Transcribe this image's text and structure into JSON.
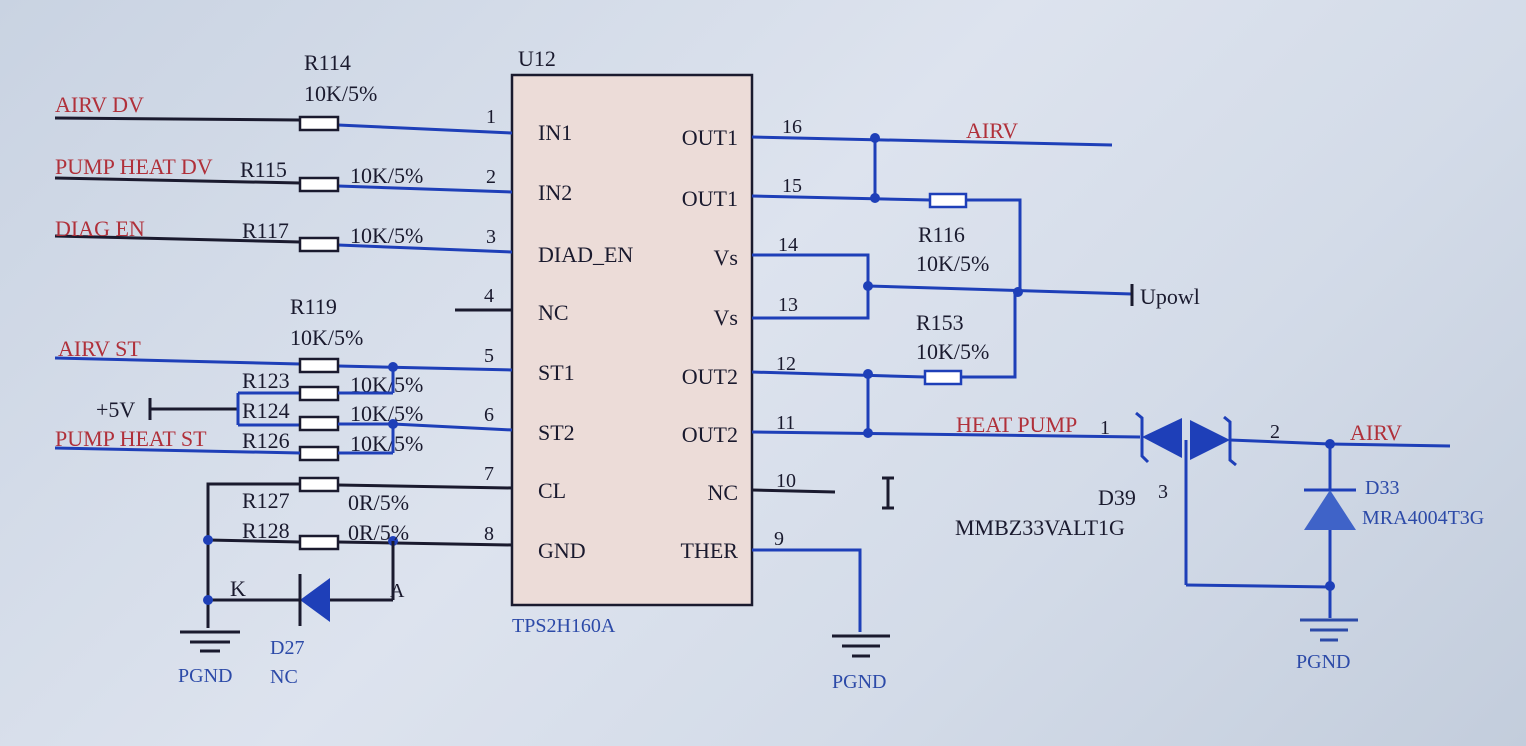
{
  "ic": {
    "ref": "U12",
    "part": "TPS2H160A",
    "left_pins": [
      {
        "num": "1",
        "name": "IN1"
      },
      {
        "num": "2",
        "name": "IN2"
      },
      {
        "num": "3",
        "name": "DIAD_EN"
      },
      {
        "num": "4",
        "name": "NC"
      },
      {
        "num": "5",
        "name": "ST1"
      },
      {
        "num": "6",
        "name": "ST2"
      },
      {
        "num": "7",
        "name": "CL"
      },
      {
        "num": "8",
        "name": "GND"
      }
    ],
    "right_pins": [
      {
        "num": "16",
        "name": "OUT1"
      },
      {
        "num": "15",
        "name": "OUT1"
      },
      {
        "num": "14",
        "name": "Vs"
      },
      {
        "num": "13",
        "name": "Vs"
      },
      {
        "num": "12",
        "name": "OUT2"
      },
      {
        "num": "11",
        "name": "OUT2"
      },
      {
        "num": "10",
        "name": "NC"
      },
      {
        "num": "9",
        "name": "THER"
      }
    ]
  },
  "nets": {
    "airv_dv": "AIRV DV",
    "pump_heat_dv": "PUMP HEAT DV",
    "diag_en": "DIAG EN",
    "airv_st": "AIRV ST",
    "plus5v": "+5V",
    "pump_heat_st": "PUMP HEAT ST",
    "airv_out": "AIRV",
    "upowl": "Upowl",
    "heat_pump": "HEAT PUMP",
    "airv_right": "AIRV",
    "pgnd": "PGND"
  },
  "resistors": {
    "r114": {
      "ref": "R114",
      "value": "10K/5%"
    },
    "r115": {
      "ref": "R115",
      "value": "10K/5%"
    },
    "r117": {
      "ref": "R117",
      "value": "10K/5%"
    },
    "r119": {
      "ref": "R119",
      "value": "10K/5%"
    },
    "r123": {
      "ref": "R123",
      "value": "10K/5%"
    },
    "r124": {
      "ref": "R124",
      "value": "10K/5%"
    },
    "r126": {
      "ref": "R126",
      "value": "10K/5%"
    },
    "r127": {
      "ref": "R127",
      "value": "0R/5%"
    },
    "r128": {
      "ref": "R128",
      "value": "0R/5%"
    },
    "r116": {
      "ref": "R116",
      "value": "10K/5%"
    },
    "r153": {
      "ref": "R153",
      "value": "10K/5%"
    }
  },
  "diodes": {
    "d27": {
      "ref": "D27",
      "value": "NC",
      "pin_k": "K",
      "pin_a": "A"
    },
    "d39": {
      "ref": "D39",
      "value": "MMBZ33VALT1G",
      "pin1": "1",
      "pin2": "2",
      "pin3": "3"
    },
    "d33": {
      "ref": "D33",
      "value": "MRA4004T3G"
    }
  },
  "colors": {
    "wire": "#1e3fb8",
    "ink": "#1a1a2e",
    "net_label": "#b0303a",
    "chip_body": "#ecdcd8"
  }
}
